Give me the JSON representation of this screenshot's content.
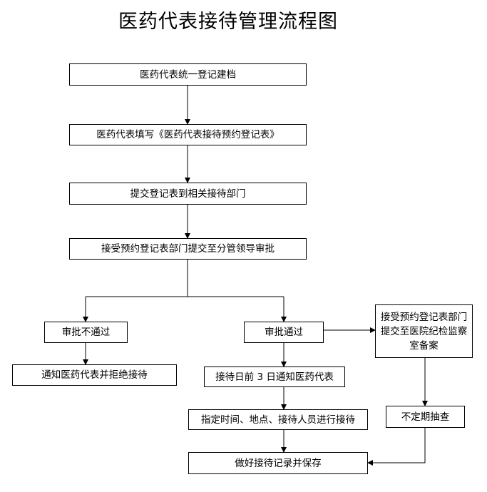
{
  "title": "医药代表接待管理流程图",
  "nodes": {
    "step1": "医药代表统一登记建档",
    "step2": "医药代表填写《医药代表接待预约登记表》",
    "step3": "提交登记表到相关接待部门",
    "step4": "接受预约登记表部门提交至分管领导审批",
    "reject": "审批不通过",
    "approve": "审批通过",
    "notify_reject": "通知医药代表并拒绝接待",
    "notify_before": "接待日前 3 日通知医药代表",
    "arrange": "指定时间、地点、接待人员进行接待",
    "record": "做好接待记录并保存",
    "filing": "接受预约登记表部门提交至医院纪检监察室备案",
    "spot_check": "不定期抽查"
  }
}
